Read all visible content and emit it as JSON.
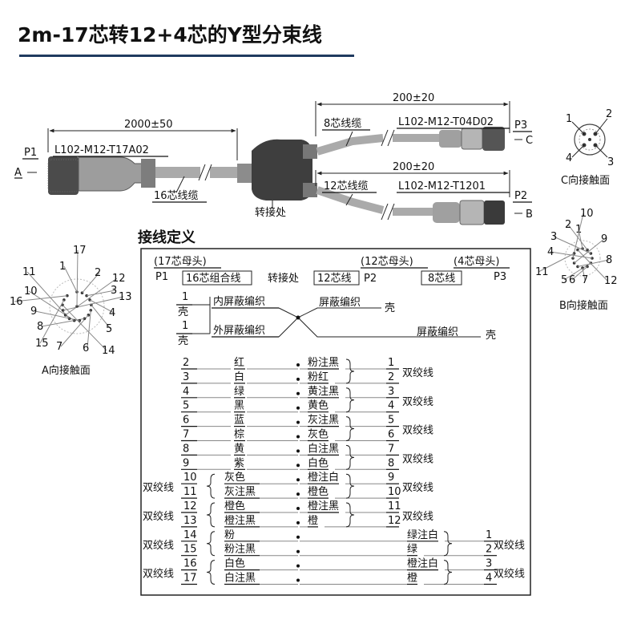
{
  "title": "2m-17芯转12+4芯的Y型分束线",
  "cable": {
    "len_main": "2000±50",
    "len_top": "200±20",
    "len_bottom": "200±20",
    "p1": "P1",
    "a": "A",
    "p3": "P3",
    "c": "C",
    "p2": "P2",
    "b": "B",
    "part_p1": "L102-M12-T17A02",
    "part_p3": "L102-M12-T04D02",
    "part_p2": "L102-M12-T1201",
    "cable16": "16芯线缆",
    "cable8": "8芯线缆",
    "cable12": "12芯线缆",
    "junction": "转接处"
  },
  "c_face": {
    "caption": "C向接触面",
    "pins": [
      "1",
      "2",
      "3",
      "4"
    ]
  },
  "b_face": {
    "caption": "B向接触面",
    "pins": [
      "1",
      "2",
      "3",
      "4",
      "5",
      "6",
      "7",
      "8",
      "9",
      "10",
      "11",
      "12"
    ]
  },
  "a_face": {
    "caption": "A向接触面",
    "pins": [
      "1",
      "2",
      "3",
      "4",
      "5",
      "6",
      "7",
      "8",
      "9",
      "10",
      "11",
      "12",
      "13",
      "14",
      "15",
      "16",
      "17"
    ]
  },
  "wiring": {
    "heading": "接线定义",
    "hdr_17": "(17芯母头)",
    "hdr_12": "(12芯母头)",
    "hdr_4": "(4芯母头)",
    "p1": "P1",
    "p2": "P2",
    "p3": "P3",
    "box_16": "16芯组合线",
    "junction": "转接处",
    "box_12": "12芯线",
    "box_8": "8芯线",
    "shield_inner": "内屏蔽编织",
    "shield_outer": "外屏蔽编织",
    "shield": "屏蔽编织",
    "shell": "壳",
    "one": "1",
    "twisted": "双绞线",
    "rows": [
      {
        "p1": "2",
        "c1": "红",
        "c2": "粉注黑",
        "p2": "1"
      },
      {
        "p1": "3",
        "c1": "白",
        "c2": "粉红",
        "p2": "2"
      },
      {
        "p1": "4",
        "c1": "绿",
        "c2": "黄注黑",
        "p2": "3"
      },
      {
        "p1": "5",
        "c1": "黑",
        "c2": "黄色",
        "p2": "4"
      },
      {
        "p1": "6",
        "c1": "蓝",
        "c2": "灰注黑",
        "p2": "5"
      },
      {
        "p1": "7",
        "c1": "棕",
        "c2": "灰色",
        "p2": "6"
      },
      {
        "p1": "8",
        "c1": "黄",
        "c2": "白注黑",
        "p2": "7"
      },
      {
        "p1": "9",
        "c1": "紫",
        "c2": "白色",
        "p2": "8"
      },
      {
        "p1": "10",
        "c1": "灰色",
        "c2": "橙注白",
        "p2": "9"
      },
      {
        "p1": "11",
        "c1": "灰注黑",
        "c2": "橙色",
        "p2": "10"
      },
      {
        "p1": "12",
        "c1": "橙色",
        "c2": "橙注黑",
        "p2": "11"
      },
      {
        "p1": "13",
        "c1": "橙注黑",
        "c2": "橙",
        "p2": "12"
      },
      {
        "p1": "14",
        "c1": "粉",
        "c2": "绿注白",
        "p2": "1"
      },
      {
        "p1": "15",
        "c1": "粉注黑",
        "c2": "绿",
        "p2": "2"
      },
      {
        "p1": "16",
        "c1": "白色",
        "c2": "橙注白",
        "p2": "3"
      },
      {
        "p1": "17",
        "c1": "白注黑",
        "c2": "橙",
        "p2": "4"
      }
    ]
  }
}
